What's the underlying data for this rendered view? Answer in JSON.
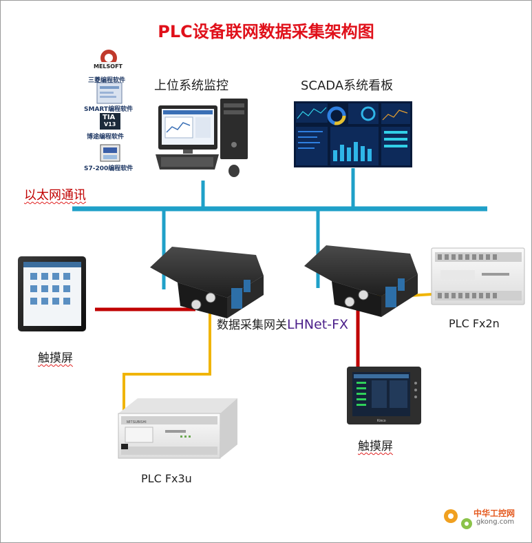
{
  "title": "PLC设备联网数据采集架构图",
  "ethernet_label": "以太网通讯",
  "upper_monitor_label": "上位系统监控",
  "scada_label": "SCADA系统看板",
  "software": {
    "melsoft_logo": "MELSOFT",
    "items": [
      "三菱编程软件",
      "SMART编程软件",
      "博途编程软件",
      "S7-200编程软件"
    ],
    "tia_logo": "TIA",
    "tia_version": "V13"
  },
  "gateway_label_prefix": "数据采集网关",
  "gateway_label_model": "LHNet-FX",
  "plc_fx2n_label": "PLC Fx2n",
  "touch_screen_left_label": "触摸屏",
  "touch_screen_right_label": "触摸屏",
  "plc_fx3u_label": "PLC Fx3u",
  "touch_brand": "Kinco",
  "plc_brand": "MITSUBISHI",
  "watermark": {
    "text": "中华工控网",
    "url": "gkong.com"
  },
  "colors": {
    "title": "#e0101a",
    "ethernet_bus": "#1fa0c8",
    "serial_link_red": "#c00000",
    "serial_link_yellow": "#f0b400"
  }
}
